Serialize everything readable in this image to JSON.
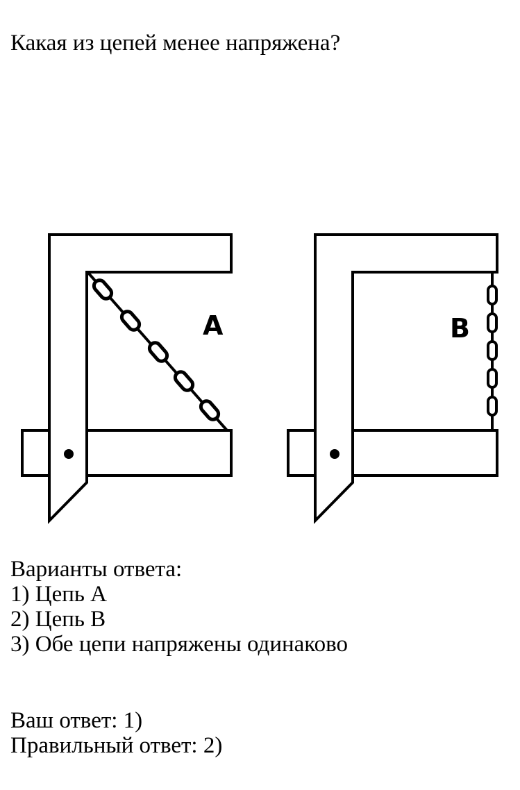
{
  "question": "Какая из цепей менее напряжена?",
  "figure": {
    "label_a": "A",
    "label_b": "B"
  },
  "options": {
    "header": "Варианты ответа:",
    "items": [
      "1) Цепь А",
      "2) Цепь В",
      "3) Обе цепи напряжены одинаково"
    ]
  },
  "result": {
    "your_answer": "Ваш ответ: 1)",
    "correct_answer": "Правильный ответ: 2)"
  }
}
